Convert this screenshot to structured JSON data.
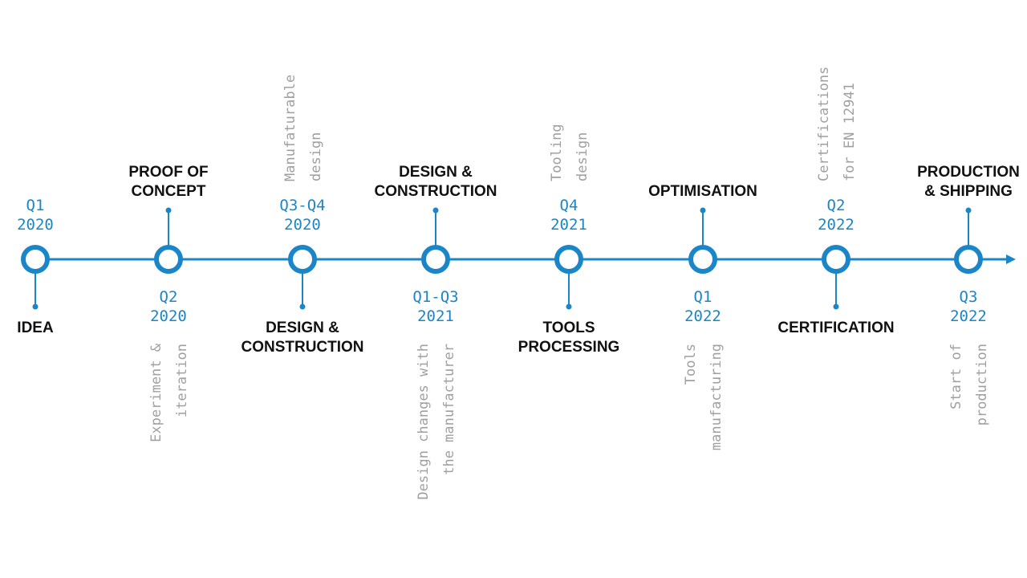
{
  "colors": {
    "accent": "#1a86c8",
    "title_text": "#111111",
    "note_text": "#a0a0a0",
    "background": "#ffffff"
  },
  "milestones": [
    {
      "date": [
        "Q1",
        "2020"
      ],
      "title": [
        "IDEA"
      ],
      "note": [],
      "date_side": "above",
      "title_side": "below",
      "note_side": "none"
    },
    {
      "date": [
        "Q2",
        "2020"
      ],
      "title": [
        "PROOF OF",
        "CONCEPT"
      ],
      "note": [
        "Experiment &",
        "iteration"
      ],
      "date_side": "below",
      "title_side": "above",
      "note_side": "below"
    },
    {
      "date": [
        "Q3-Q4",
        "2020"
      ],
      "title": [
        "DESIGN &",
        "CONSTRUCTION"
      ],
      "note": [
        "Manufaturable",
        "design"
      ],
      "date_side": "above",
      "title_side": "below",
      "note_side": "above"
    },
    {
      "date": [
        "Q1-Q3",
        "2021"
      ],
      "title": [
        "DESIGN &",
        "CONSTRUCTION"
      ],
      "note": [
        "Design changes with",
        "the manufacturer"
      ],
      "date_side": "below",
      "title_side": "above",
      "note_side": "below"
    },
    {
      "date": [
        "Q4",
        "2021"
      ],
      "title": [
        "TOOLS",
        "PROCESSING"
      ],
      "note": [
        "Tooling",
        "design"
      ],
      "date_side": "above",
      "title_side": "below",
      "note_side": "above"
    },
    {
      "date": [
        "Q1",
        "2022"
      ],
      "title": [
        "OPTIMISATION"
      ],
      "note": [
        "Tools",
        "manufacturing"
      ],
      "date_side": "below",
      "title_side": "above",
      "note_side": "below"
    },
    {
      "date": [
        "Q2",
        "2022"
      ],
      "title": [
        "CERTIFICATION"
      ],
      "note": [
        "Certifications",
        "for EN 12941"
      ],
      "date_side": "above",
      "title_side": "below",
      "note_side": "above"
    },
    {
      "date": [
        "Q3",
        "2022"
      ],
      "title": [
        "PRODUCTION",
        "& SHIPPING"
      ],
      "note": [
        "Start of",
        "production"
      ],
      "date_side": "below",
      "title_side": "above",
      "note_side": "below"
    }
  ]
}
